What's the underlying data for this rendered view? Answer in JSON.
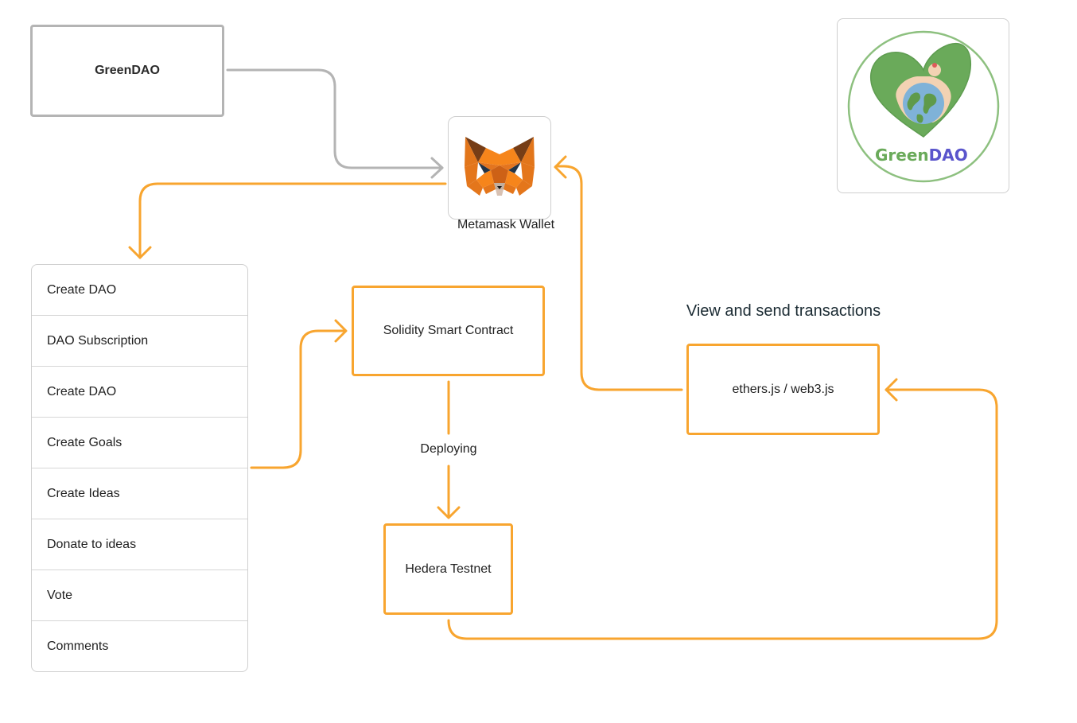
{
  "colors": {
    "accent": "#f8a52f",
    "gray_connector": "#b4b4b4",
    "logo_green": "#6aaa5a",
    "logo_blue": "#5a55cc"
  },
  "gray_box": {
    "label": "GreenDAO"
  },
  "wallet": {
    "caption": "Metamask Wallet",
    "icon": "metamask-fox-icon"
  },
  "logo": {
    "green_part": "Green",
    "blue_part": "DAO"
  },
  "menu": {
    "items": [
      "Create DAO",
      "DAO Subscription",
      "Create DAO",
      "Create Goals",
      "Create Ideas",
      "Donate to ideas",
      "Vote",
      "Comments"
    ]
  },
  "boxes": {
    "solidity": "Solidity Smart Contract",
    "hedera": "Hedera Testnet",
    "ethers": "ethers.js / web3.js"
  },
  "labels": {
    "deploying": "Deploying",
    "view_send": "View and send transactions"
  }
}
